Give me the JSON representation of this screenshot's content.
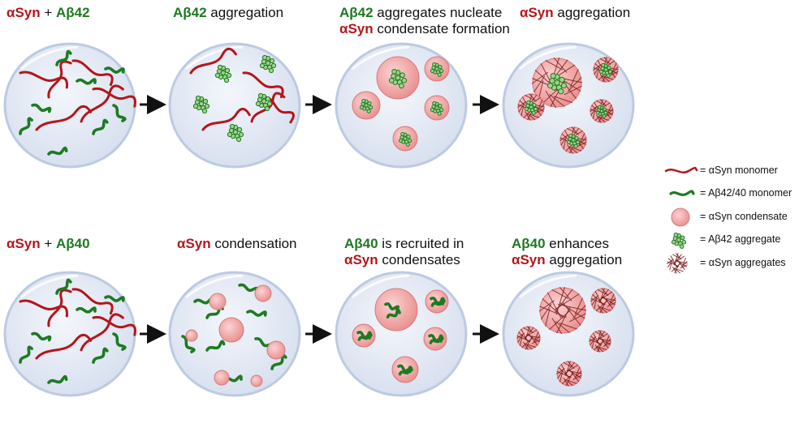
{
  "species": {
    "asyn": "αSyn",
    "ab42": "Aβ42",
    "ab40": "Aβ40"
  },
  "top_row": {
    "panel1": {
      "joiner": " + "
    },
    "panel2": {
      "rest": " aggregation"
    },
    "panel3": {
      "line1_rest": " aggregates nucleate",
      "line2_rest": " condensate formation"
    },
    "panel4": {
      "rest": " aggregation"
    }
  },
  "bottom_row": {
    "panel1": {
      "joiner": " + "
    },
    "panel2": {
      "rest": " condensation"
    },
    "panel3": {
      "line1_rest": " is recruited in",
      "line2_rest": " condensates"
    },
    "panel4": {
      "line1_rest": " enhances",
      "line2_rest": " aggregation"
    }
  },
  "legend": [
    {
      "key": "monomer-red",
      "text": "= αSyn monomer"
    },
    {
      "key": "monomer-green",
      "text": "= Aβ42/40 monomer"
    },
    {
      "key": "condensate",
      "text": "= αSyn condensate"
    },
    {
      "key": "aggregate-green",
      "text": "= Aβ42 aggregate"
    },
    {
      "key": "aggregate-red",
      "text": "= αSyn aggregates"
    }
  ],
  "colors": {
    "asyn_red": "#b3161c",
    "abeta_green": "#1e7a22",
    "cell_fill": "#e3e8f3",
    "cell_stroke": "#b9c6de",
    "condensate_fill": "#f2a7a7"
  }
}
